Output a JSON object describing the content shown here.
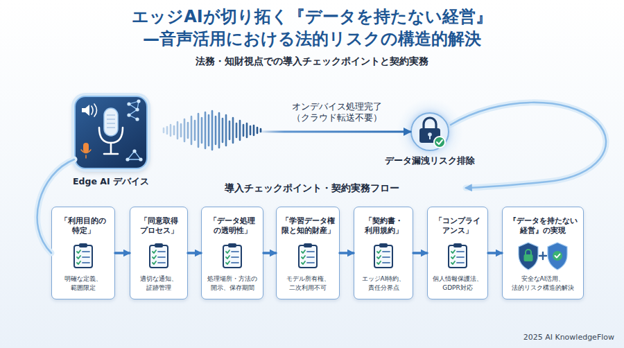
{
  "diagram": {
    "title": "エッジAIが切り拓く『データを持たない経営』 —音声活用における法的リスクの構造的解決",
    "caption": "法務・知財視点での導入チェックポイントと契約実務",
    "nodes": [
      {
        "text": [
          "Edge AI デバイス"
        ]
      },
      {
        "text": [
          "データ漏洩リスク排除"
        ]
      },
      {
        "text": [
          "「利用目的の 特定」",
          "明確な定義、 範囲限定"
        ]
      },
      {
        "text": [
          "「同意取得 プロセス」",
          "適切な通知、 証跡管理"
        ]
      },
      {
        "text": [
          "「データ処理 の透明性」",
          "処理場所・方法の 開示、保存期間"
        ]
      },
      {
        "text": [
          "「学習データ権 限と知的財産」",
          "モデル所有権、 二次利用不可"
        ]
      },
      {
        "text": [
          "「契約書・ 利用規約」",
          "エッジAI特約、 責任分界点"
        ]
      },
      {
        "text": [
          "「コンプライ アンス」",
          "個人情報保護法、 GDPR対応"
        ]
      },
      {
        "text": [
          "『データを持たない 経営』の実現",
          "安全なAI活用、 法的リスク構造的解決"
        ]
      }
    ],
    "edges": [
      {
        "from": 0,
        "to": 1,
        "arrow": "to",
        "label": "オンデバイス処理完了 （クラウド転送不要）"
      },
      {
        "from": 0,
        "to": 2,
        "arrow": "none"
      },
      {
        "from": 2,
        "to": 3,
        "arrow": "to"
      },
      {
        "from": 3,
        "to": 4,
        "arrow": "to"
      },
      {
        "from": 4,
        "to": 5,
        "arrow": "to"
      },
      {
        "from": 5,
        "to": 6,
        "arrow": "to"
      },
      {
        "from": 6,
        "to": 7,
        "arrow": "to"
      },
      {
        "from": 7,
        "to": 8,
        "arrow": "to"
      }
    ],
    "labels": [
      "導入チェックポイント・契約実務フロー",
      "2025 AI KnowledgeFlow"
    ]
  }
}
